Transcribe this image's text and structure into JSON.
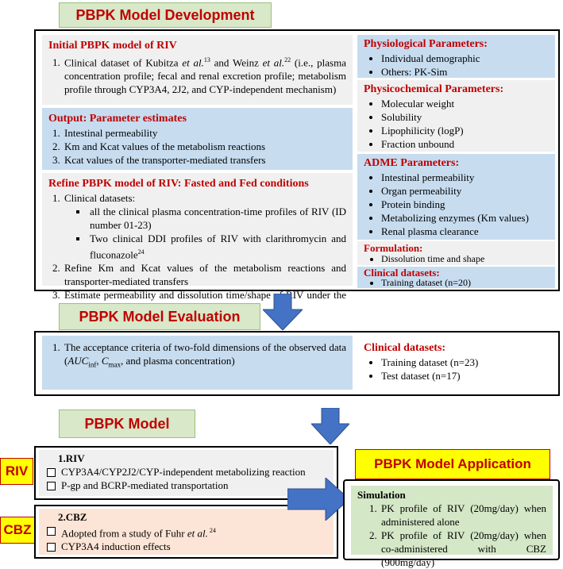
{
  "dev": {
    "title": "PBPK Model Development",
    "initial": {
      "heading": "Initial PBPK model of RIV",
      "item1_a": "Clinical dataset of Kubitza ",
      "item1_et": "et al.",
      "item1_sup1": "13",
      "item1_b": " and Weinz ",
      "item1_et2": "et al.",
      "item1_sup2": "22",
      "item1_c": " (i.e., plasma concentration profile; fecal and renal excretion profile; metabolism profile through CYP3A4, 2J2, and CYP-independent mechanism)"
    },
    "output": {
      "heading": "Output: Parameter estimates",
      "items": [
        "Intestinal permeability",
        "Km and Kcat values of the metabolism reactions",
        "Kcat values of the transporter-mediated transfers"
      ]
    },
    "refine": {
      "heading": "Refine PBPK model of RIV: Fasted and Fed conditions",
      "item1": "Clinical datasets:",
      "sub1": "all the clinical plasma concentration-time profiles of RIV (ID number 01-23)",
      "sub2": "Two clinical DDI profiles of RIV with clarithromycin and fluconazole",
      "sub2_sup": "24",
      "item2": "Refine Km and Kcat values of the metabolism reactions and transporter-mediated transfers",
      "item3": "Estimate permeability and dissolution time/shape of RIV under the fast/fed state"
    },
    "physio": {
      "heading": "Physiological Parameters:",
      "items": [
        "Individual demographic",
        "Others: PK-Sim"
      ]
    },
    "physchem": {
      "heading": "Physicochemical Parameters:",
      "items": [
        "Molecular weight",
        "Solubility",
        "Lipophilicity (logP)",
        "Fraction unbound"
      ]
    },
    "adme": {
      "heading": "ADME Parameters:",
      "items": [
        "Intestinal permeability",
        "Organ permeability",
        "Protein binding",
        "Metabolizing enzymes (Km values)",
        "Renal plasma clearance"
      ]
    },
    "formulation": {
      "heading": "Formulation:",
      "items": [
        "Dissolution time and shape"
      ]
    },
    "clinical": {
      "heading": "Clinical datasets:",
      "items": [
        "Training dataset (n=20)"
      ]
    }
  },
  "eval": {
    "title": "PBPK Model Evaluation",
    "item1_a": "The acceptance criteria of two-fold dimensions of the observed data (",
    "auc": "AUC",
    "auc_sub": "inf",
    "comma": ", ",
    "cmax": "C",
    "cmax_sub": "max",
    "item1_b": ", and plasma concentration)",
    "clinical_heading": "Clinical datasets:",
    "clinical_items": [
      "Training dataset (n=23)",
      "Test dataset (n=17)"
    ]
  },
  "model": {
    "title": "PBPK Model",
    "riv_tag": "RIV",
    "riv_heading": "1.RIV",
    "riv_items": [
      "CYP3A4/CYP2J2/CYP-independent metabolizing reaction",
      "P-gp and BCRP-mediated transportation"
    ],
    "cbz_tag": "CBZ",
    "cbz_heading": "2.CBZ",
    "cbz_item1_a": "Adopted from a study of Fuhr ",
    "cbz_item1_et": "et al.",
    "cbz_item1_sup": " 24",
    "cbz_item2": "CYP3A4 induction effects"
  },
  "app": {
    "title": "PBPK Model Application",
    "sim_heading": "Simulation",
    "items": [
      "PK profile of RIV (20mg/day) when administered alone",
      "PK profile of RIV (20mg/day) when co-administered with CBZ (900mg/day)"
    ]
  },
  "colors": {
    "heading_red": "#c00000",
    "arrow_blue": "#4472c4",
    "green_box": "#d4e7c6",
    "blue_box": "#c7dcef"
  }
}
